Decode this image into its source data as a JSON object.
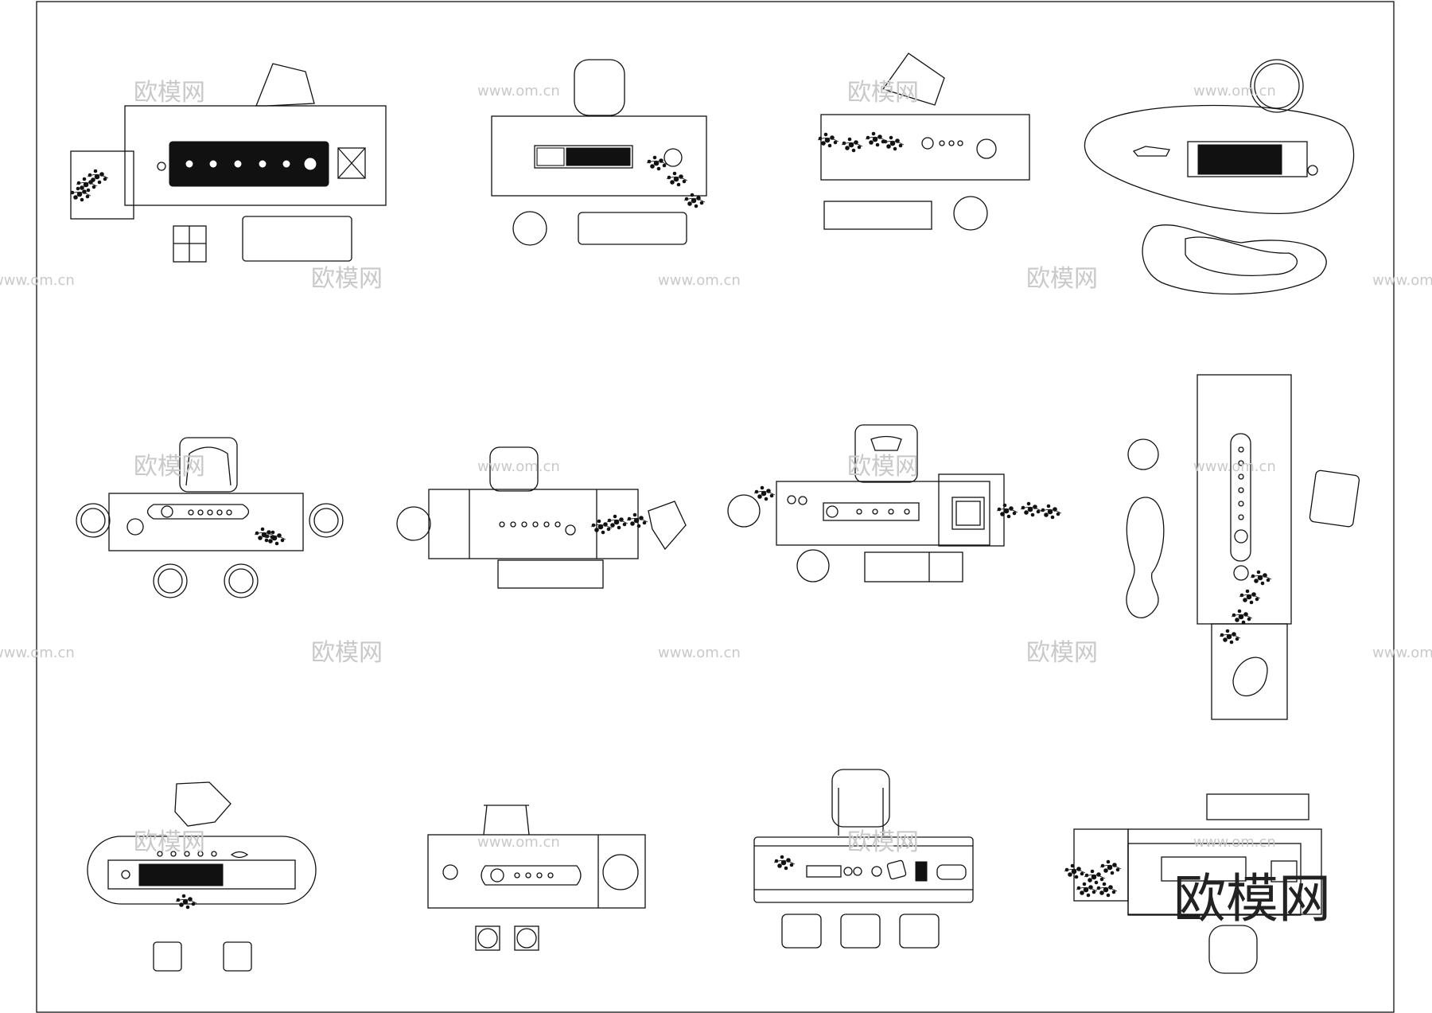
{
  "watermark": {
    "brand": "欧模网",
    "url": "www.om.cn",
    "corner_brand": "欧模网"
  },
  "sheet": {
    "layout": "3 rows of tea-table plan drawings",
    "items": [
      "tea-table-1",
      "tea-table-2",
      "tea-table-3",
      "tea-table-4",
      "tea-table-5",
      "tea-table-6",
      "tea-table-7",
      "tea-table-8",
      "tea-table-9",
      "tea-table-10",
      "tea-table-11",
      "tea-table-12"
    ]
  }
}
